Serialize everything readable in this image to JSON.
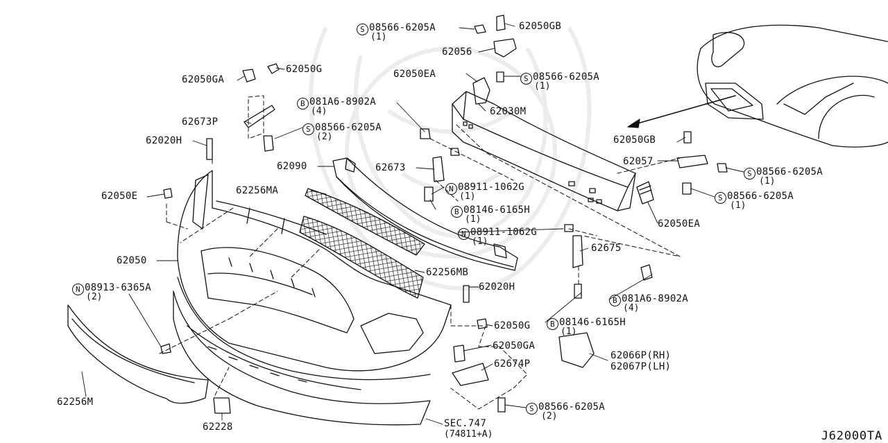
{
  "diagram": {
    "reference": "J62000TA",
    "parts": [
      {
        "id": "p1",
        "prefix": "S",
        "number": "08566-6205A",
        "qty": "(1)"
      },
      {
        "id": "p2",
        "prefix": "",
        "number": "62050GB",
        "qty": ""
      },
      {
        "id": "p3",
        "prefix": "",
        "number": "62056",
        "qty": ""
      },
      {
        "id": "p4",
        "prefix": "",
        "number": "62050EA",
        "qty": ""
      },
      {
        "id": "p5",
        "prefix": "S",
        "number": "08566-6205A",
        "qty": "(1)"
      },
      {
        "id": "p6",
        "prefix": "",
        "number": "62050GA",
        "qty": ""
      },
      {
        "id": "p7",
        "prefix": "",
        "number": "62050G",
        "qty": ""
      },
      {
        "id": "p8",
        "prefix": "B",
        "number": "081A6-8902A",
        "qty": "(4)"
      },
      {
        "id": "p9",
        "prefix": "",
        "number": "62030M",
        "qty": ""
      },
      {
        "id": "p10",
        "prefix": "",
        "number": "62673P",
        "qty": ""
      },
      {
        "id": "p11",
        "prefix": "S",
        "number": "08566-6205A",
        "qty": "(2)"
      },
      {
        "id": "p12",
        "prefix": "",
        "number": "62020H",
        "qty": ""
      },
      {
        "id": "p13",
        "prefix": "",
        "number": "62090",
        "qty": ""
      },
      {
        "id": "p14",
        "prefix": "",
        "number": "62673",
        "qty": ""
      },
      {
        "id": "p15",
        "prefix": "N",
        "number": "08911-1062G",
        "qty": "(1)"
      },
      {
        "id": "p16",
        "prefix": "",
        "number": "62256MA",
        "qty": ""
      },
      {
        "id": "p17",
        "prefix": "",
        "number": "62050E",
        "qty": ""
      },
      {
        "id": "p18",
        "prefix": "B",
        "number": "08146-6165H",
        "qty": "(1)"
      },
      {
        "id": "p19",
        "prefix": "N",
        "number": "08911-1062G",
        "qty": "(1)"
      },
      {
        "id": "p20",
        "prefix": "",
        "number": "62050GB",
        "qty": ""
      },
      {
        "id": "p21",
        "prefix": "",
        "number": "62057",
        "qty": ""
      },
      {
        "id": "p22",
        "prefix": "S",
        "number": "08566-6205A",
        "qty": "(1)"
      },
      {
        "id": "p23",
        "prefix": "S",
        "number": "08566-6205A",
        "qty": "(1)"
      },
      {
        "id": "p24",
        "prefix": "",
        "number": "62050EA",
        "qty": ""
      },
      {
        "id": "p25",
        "prefix": "",
        "number": "62050",
        "qty": ""
      },
      {
        "id": "p26",
        "prefix": "",
        "number": "62675",
        "qty": ""
      },
      {
        "id": "p27",
        "prefix": "",
        "number": "62256MB",
        "qty": ""
      },
      {
        "id": "p28",
        "prefix": "N",
        "number": "08913-6365A",
        "qty": "(2)"
      },
      {
        "id": "p29",
        "prefix": "",
        "number": "62020H",
        "qty": ""
      },
      {
        "id": "p30",
        "prefix": "B",
        "number": "081A6-8902A",
        "qty": "(4)"
      },
      {
        "id": "p31",
        "prefix": "B",
        "number": "08146-6165H",
        "qty": "(1)"
      },
      {
        "id": "p32",
        "prefix": "",
        "number": "62050G",
        "qty": ""
      },
      {
        "id": "p33",
        "prefix": "",
        "number": "62050GA",
        "qty": ""
      },
      {
        "id": "p34",
        "prefix": "",
        "number": "62066P(RH)",
        "qty": ""
      },
      {
        "id": "p35",
        "prefix": "",
        "number": "62067P(LH)",
        "qty": ""
      },
      {
        "id": "p36",
        "prefix": "",
        "number": "62674P",
        "qty": ""
      },
      {
        "id": "p37",
        "prefix": "",
        "number": "62256M",
        "qty": ""
      },
      {
        "id": "p38",
        "prefix": "",
        "number": "62228",
        "qty": ""
      },
      {
        "id": "p39",
        "prefix": "S",
        "number": "08566-6205A",
        "qty": "(2)"
      },
      {
        "id": "p40",
        "prefix": "",
        "number": "SEC.747",
        "qty": "(74811+A)"
      }
    ]
  }
}
